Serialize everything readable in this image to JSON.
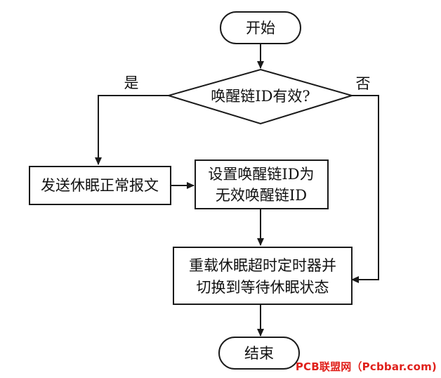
{
  "diagram": {
    "nodes": {
      "start": {
        "label": "开始"
      },
      "decision": {
        "label": "唤醒链ID有效?"
      },
      "send_report": {
        "label": "发送休眠正常报文"
      },
      "set_invalid": {
        "lines": [
          "设置唤醒链ID为",
          "无效唤醒链ID"
        ]
      },
      "reload_timer": {
        "lines": [
          "重载休眠超时定时器并",
          "切换到等待休眠状态"
        ]
      },
      "end": {
        "label": "结束"
      }
    },
    "branches": {
      "yes": "是",
      "no": "否"
    }
  },
  "watermark": {
    "text": "PCB联盟网（Pcbbar.com)",
    "color": "#e0201b"
  }
}
